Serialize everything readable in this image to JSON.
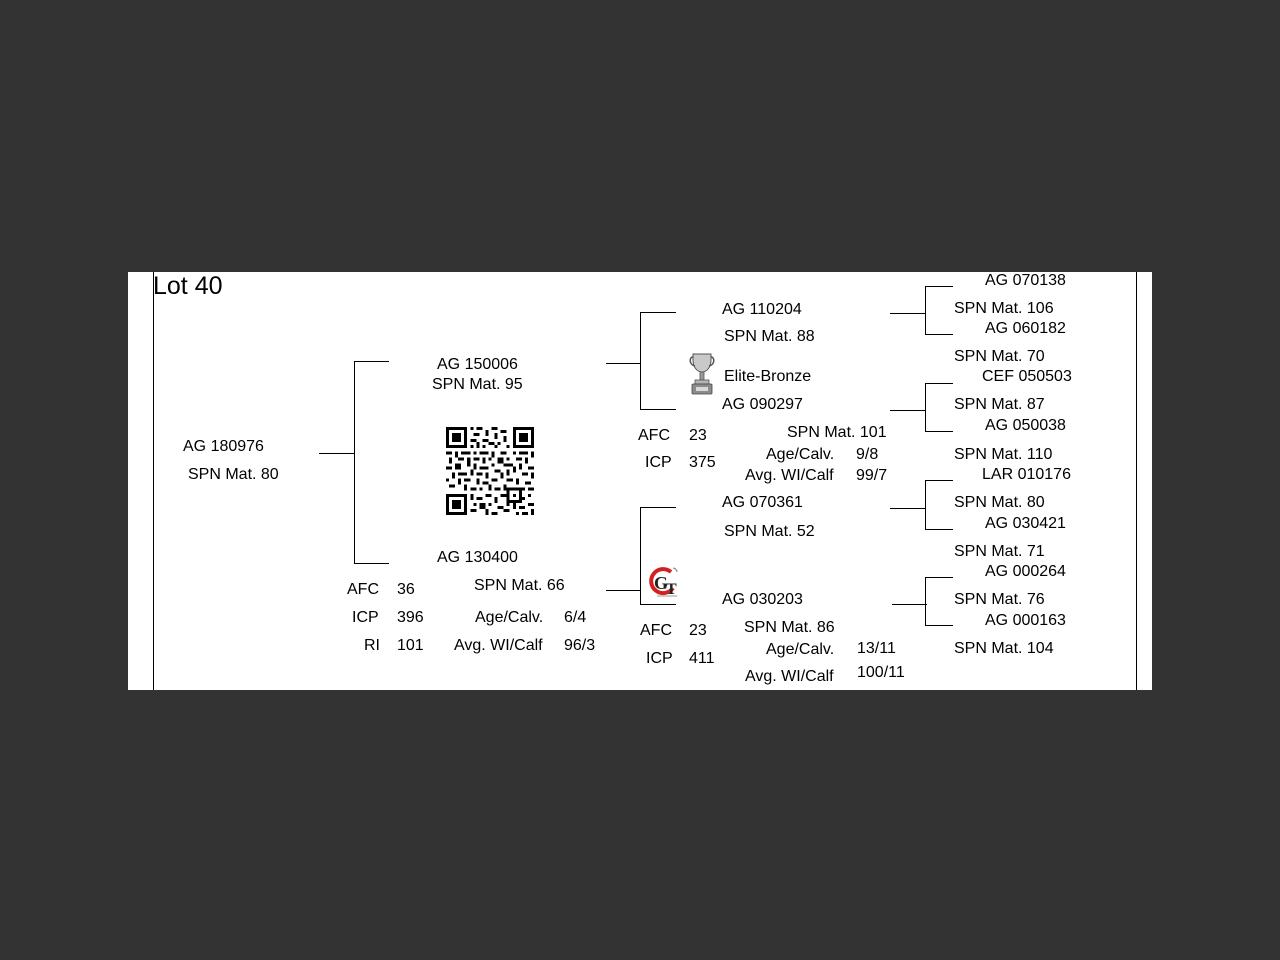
{
  "lot": {
    "title": "Lot 40"
  },
  "animal": {
    "id": "AG  180976",
    "spn": "SPN Mat. 80"
  },
  "sire": {
    "id": "AG  150006",
    "spn": "SPN Mat. 95",
    "sire": {
      "id": "AG  110204",
      "spn": "SPN Mat. 88",
      "sire": {
        "id": "AG  070138",
        "spn": "SPN Mat. 106"
      },
      "dam": {
        "id": "AG  060182",
        "spn": "SPN Mat. 70"
      }
    },
    "award": "Elite-Bronze",
    "dam": {
      "id": "AG  090297",
      "spn": "SPN Mat. 101",
      "sire": {
        "id": "CEF 050503",
        "spn": "SPN Mat. 87"
      },
      "dam": {
        "id": "AG  050038",
        "spn": "SPN Mat. 110"
      },
      "afc_label": "AFC",
      "afc": "23",
      "icp_label": "ICP",
      "icp": "375",
      "age_calv_label": "Age/Calv.",
      "age_calv": "9/8",
      "avg_wi_label": "Avg. WI/Calf",
      "avg_wi": "99/7"
    }
  },
  "dam": {
    "id": "AG  130400",
    "spn": "SPN Mat. 66",
    "afc_label": "AFC",
    "afc": "36",
    "icp_label": "ICP",
    "icp": "396",
    "ri_label": "RI",
    "ri": "101",
    "age_calv_label": "Age/Calv.",
    "age_calv": "6/4",
    "avg_wi_label": "Avg. WI/Calf",
    "avg_wi": "96/3",
    "sire": {
      "id": "AG  070361",
      "spn": "SPN Mat. 52",
      "sire": {
        "id": "LAR 010176",
        "spn": "SPN Mat. 80"
      },
      "dam": {
        "id": "AG  030421",
        "spn": "SPN Mat. 71"
      }
    },
    "dam": {
      "id": "AG  030203",
      "spn": "SPN Mat. 86",
      "sire": {
        "id": "AG  000264",
        "spn": "SPN Mat. 76"
      },
      "dam": {
        "id": "AG  000163",
        "spn": "SPN Mat. 104"
      },
      "afc_label": "AFC",
      "afc": "23",
      "icp_label": "ICP",
      "icp": "411",
      "age_calv_label": "Age/Calv.",
      "age_calv": "13/11",
      "avg_wi_label": "Avg. WI/Calf",
      "avg_wi": "100/11"
    }
  },
  "icons": {
    "qr": "qr-code-icon",
    "trophy": "trophy-icon",
    "gt_logo": "gt-logo-icon"
  }
}
